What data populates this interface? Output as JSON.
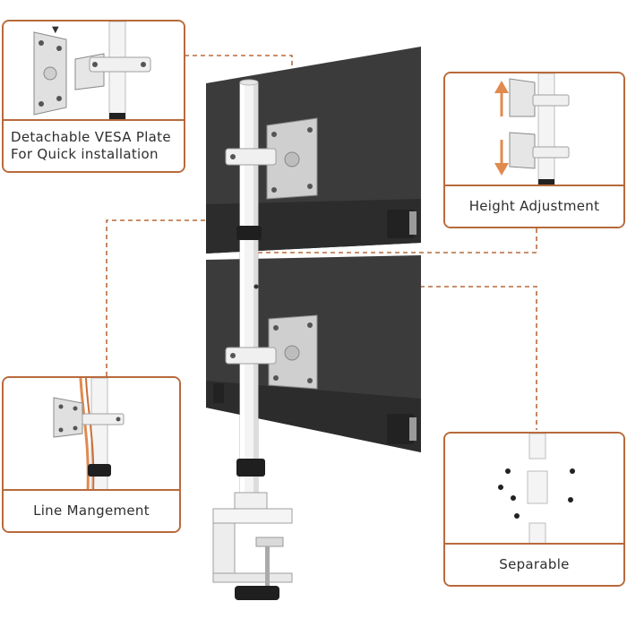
{
  "callouts": {
    "vesa": {
      "line1": "Detachable VESA Plate",
      "line2": "For Quick installation",
      "icon": "vesa-plate-icon"
    },
    "height": {
      "label": "Height Adjustment",
      "icon": "height-arrows-icon"
    },
    "line": {
      "label": "Line Mangement",
      "icon": "cable-clip-icon"
    },
    "separable": {
      "label": "Separable",
      "icon": "pole-parts-icon"
    }
  },
  "colors": {
    "accent": "#b86a3c",
    "arrow": "#e08a4e",
    "monitor": "#3a3a3a",
    "pole": "#f2f2f2",
    "text": "#2e2e2e"
  }
}
